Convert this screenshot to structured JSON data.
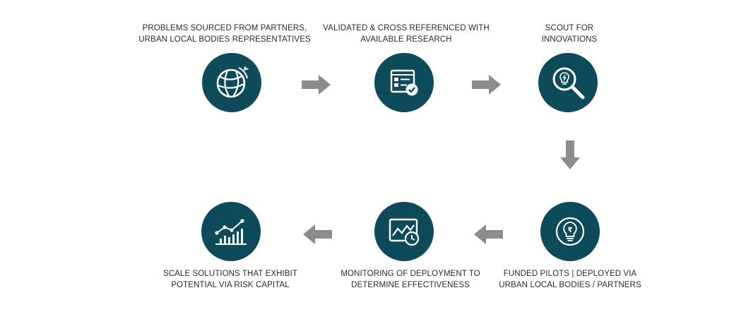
{
  "steps": [
    {
      "lines": [
        "PROBLEMS SOURCED FROM PARTNERS,",
        "URBAN LOCAL BODIES REPRESENTATIVES"
      ],
      "icon": "globe-icon"
    },
    {
      "lines": [
        "VALIDATED & CROSS REFERENCED WITH",
        "AVAILABLE RESEARCH"
      ],
      "icon": "document-check-icon"
    },
    {
      "lines": [
        "SCOUT FOR",
        "INNOVATIONS"
      ],
      "icon": "magnifier-lightbulb-icon"
    },
    {
      "lines": [
        "FUNDED PILOTS | DEPLOYED VIA",
        "URBAN LOCAL BODIES / PARTNERS"
      ],
      "icon": "rupee-lightbulb-icon"
    },
    {
      "lines": [
        "MONITORING OF DEPLOYMENT TO",
        "DETERMINE EFFECTIVENESS"
      ],
      "icon": "monitor-clock-icon"
    },
    {
      "lines": [
        "SCALE SOLUTIONS THAT EXHIBIT",
        "POTENTIAL VIA RISK CAPITAL"
      ],
      "icon": "growth-chart-icon"
    }
  ],
  "colors": {
    "circle": "#0e4b5a",
    "arrow": "#8c8c8c",
    "text": "#2a2a2a"
  }
}
